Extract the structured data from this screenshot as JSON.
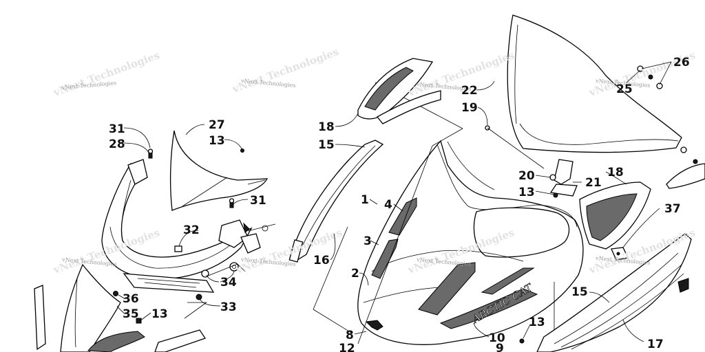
{
  "watermark": "vNext Technologies",
  "brand_decal": "ARCTIC CAT",
  "callouts": [
    "1",
    "2",
    "3",
    "4",
    "8",
    "9",
    "10",
    "12",
    "13",
    "15",
    "16",
    "17",
    "18",
    "19",
    "20",
    "21",
    "22",
    "25",
    "26",
    "27",
    "28",
    "31",
    "32",
    "33",
    "34",
    "35",
    "36",
    "37"
  ]
}
